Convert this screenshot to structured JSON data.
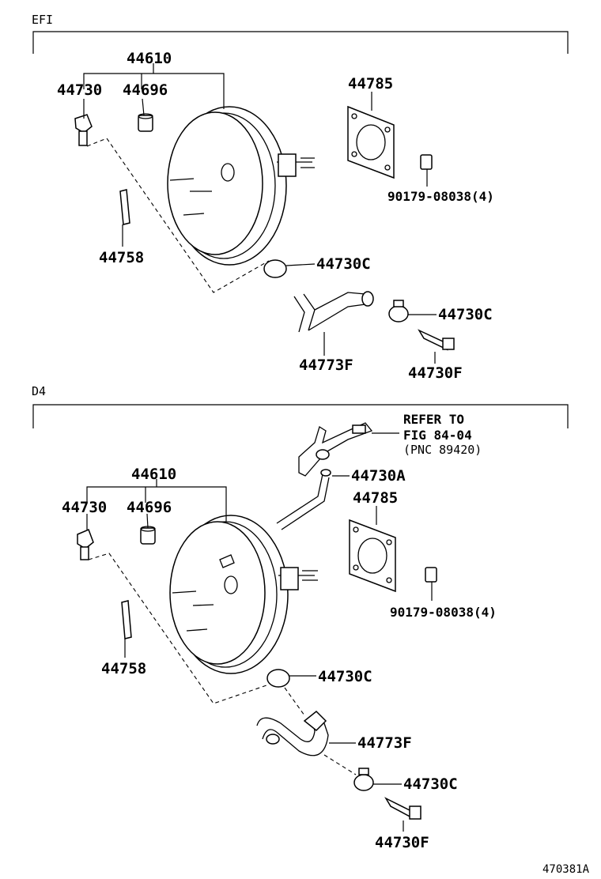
{
  "sections": [
    {
      "title": "EFI",
      "labels": {
        "booster": "44610",
        "check_valve": "44730",
        "grommet": "44696",
        "bracket": "44758",
        "gasket": "44785",
        "nut": "90179-08038(4)",
        "clamp_upper": "44730C",
        "hose": "44773F",
        "clamp_lower": "44730C",
        "union": "44730F"
      }
    },
    {
      "title": "D4",
      "labels": {
        "booster": "44610",
        "check_valve": "44730",
        "grommet": "44696",
        "bracket": "44758",
        "gasket": "44785",
        "nut": "90179-08038(4)",
        "clamp_upper": "44730C",
        "hose": "44773F",
        "clamp_lower": "44730C",
        "union": "44730F",
        "tube": "44730A",
        "refer_line1": "REFER TO",
        "refer_line2": "FIG 84-04",
        "refer_line3": "(PNC 89420)"
      }
    }
  ],
  "figure_id": "470381A"
}
